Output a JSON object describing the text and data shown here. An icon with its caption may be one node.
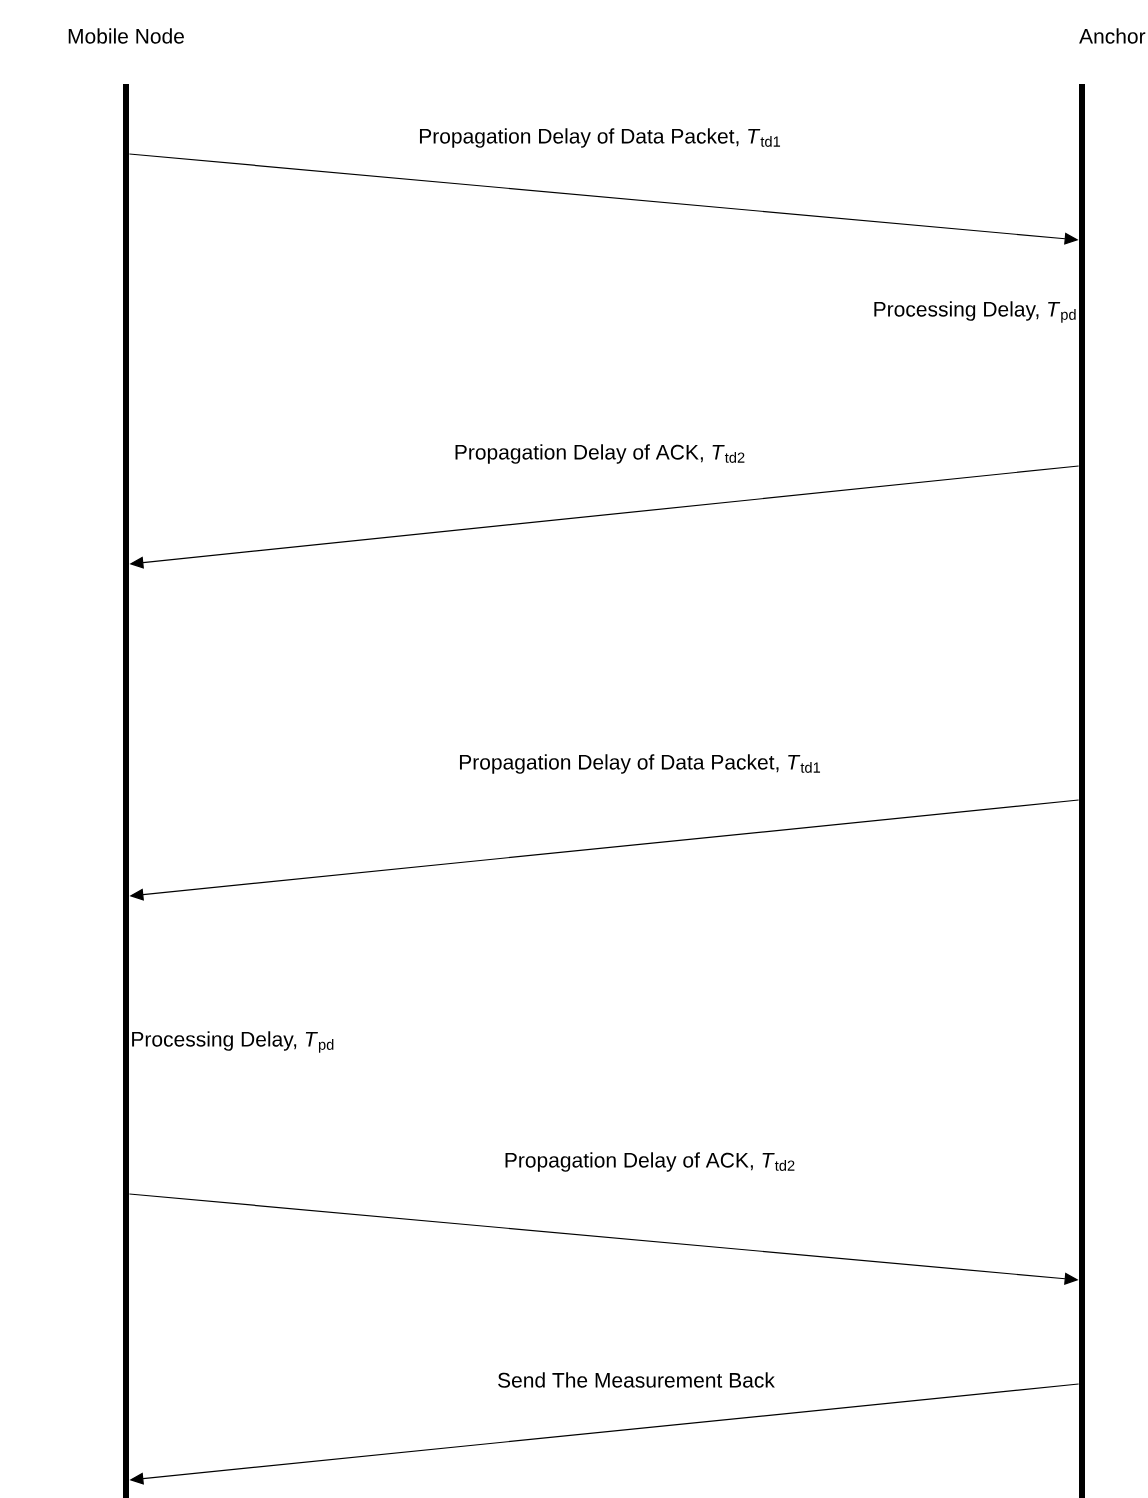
{
  "diagram": {
    "nodes": [
      {
        "text": [
          "Mobile Node"
        ]
      },
      {
        "text": [
          "Anchor"
        ]
      }
    ],
    "edges": [
      {
        "from": 0,
        "to": 1,
        "arrow": "to",
        "label": "Propagation Delay of Data Packet, *T*$_{td1}$"
      },
      {
        "from": 1,
        "to": 0,
        "arrow": "to",
        "label": "Propagation Delay of ACK, *T*$_{td2}$"
      },
      {
        "from": 1,
        "to": 0,
        "arrow": "to",
        "label": "Propagation Delay of Data Packet, *T*$_{td1}$"
      },
      {
        "from": 0,
        "to": 1,
        "arrow": "to",
        "label": "Propagation Delay of ACK, *T*$_{td2}$"
      },
      {
        "from": 1,
        "to": 0,
        "arrow": "to",
        "label": "Send The Measurement Back"
      }
    ],
    "labels": [
      "Processing Delay, *T*$_{pd}$",
      "Processing Delay, *T*$_{pd}$"
    ]
  }
}
